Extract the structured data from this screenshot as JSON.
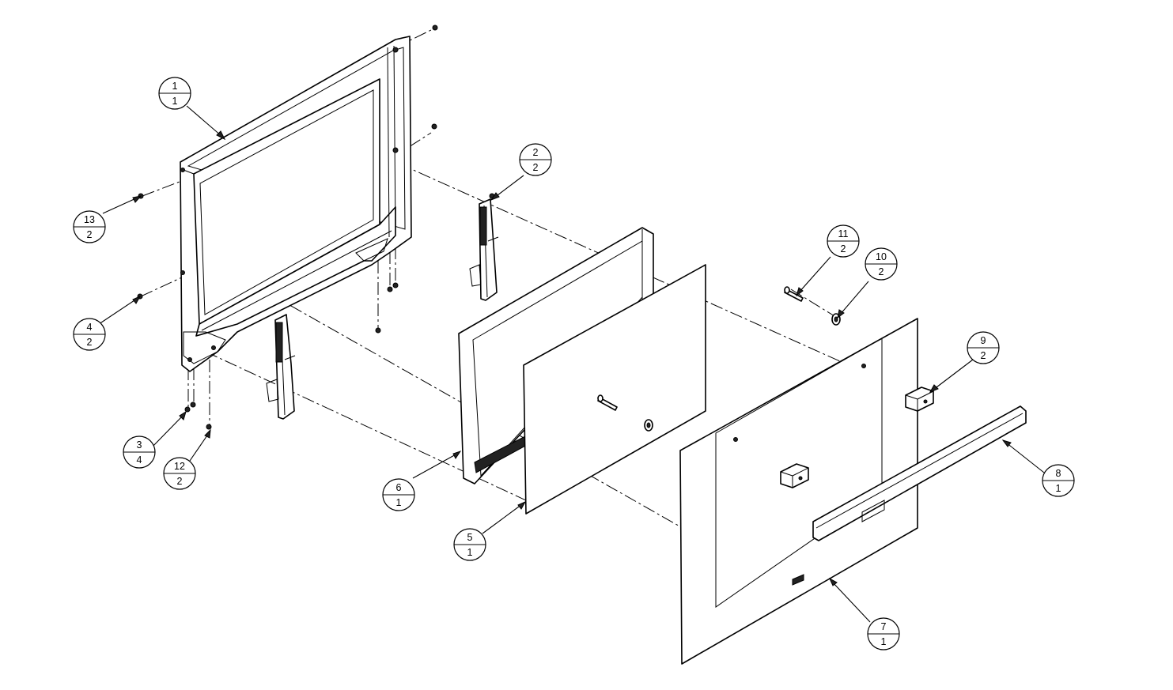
{
  "callouts": [
    {
      "id": "c1",
      "part": "1",
      "qty": "1"
    },
    {
      "id": "c2",
      "part": "2",
      "qty": "2"
    },
    {
      "id": "c3",
      "part": "3",
      "qty": "4"
    },
    {
      "id": "c4",
      "part": "4",
      "qty": "2"
    },
    {
      "id": "c5",
      "part": "5",
      "qty": "1"
    },
    {
      "id": "c6",
      "part": "6",
      "qty": "1"
    },
    {
      "id": "c7",
      "part": "7",
      "qty": "1"
    },
    {
      "id": "c8",
      "part": "8",
      "qty": "1"
    },
    {
      "id": "c9",
      "part": "9",
      "qty": "2"
    },
    {
      "id": "c10",
      "part": "10",
      "qty": "2"
    },
    {
      "id": "c11",
      "part": "11",
      "qty": "2"
    },
    {
      "id": "c12",
      "part": "12",
      "qty": "2"
    },
    {
      "id": "c13",
      "part": "13",
      "qty": "2"
    }
  ]
}
